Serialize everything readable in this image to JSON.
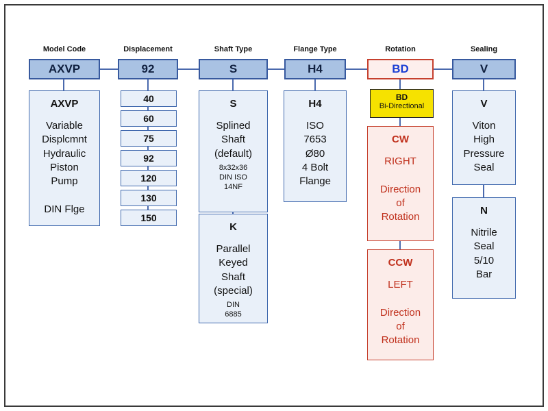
{
  "columns": [
    {
      "label": "Model Code",
      "code": "AXVP",
      "detail": {
        "title": "AXVP",
        "body": "Variable\nDisplcmnt\nHydraulic\nPiston\nPump\n\nDIN Flge"
      }
    },
    {
      "label": "Displacement",
      "code": "92",
      "options": [
        "40",
        "60",
        "75",
        "92",
        "120",
        "130",
        "150"
      ]
    },
    {
      "label": "Shaft Type",
      "code": "S",
      "boxes": [
        {
          "title": "S",
          "body": "Splined\nShaft\n(default)",
          "small": "8x32x36\nDIN ISO\n14NF"
        },
        {
          "title": "K",
          "body": "Parallel\nKeyed\nShaft\n(special)",
          "small": "DIN\n6885"
        }
      ]
    },
    {
      "label": "Flange Type",
      "code": "H4",
      "boxes": [
        {
          "title": "H4",
          "body": "ISO\n7653\nØ80\n4 Bolt\nFlange"
        }
      ]
    },
    {
      "label": "Rotation",
      "code": "BD",
      "bd": {
        "title": "BD",
        "line": "Bi-Directional"
      },
      "cw": {
        "title": "CW",
        "body": "RIGHT\n\nDirection\nof\nRotation"
      },
      "ccw": {
        "title": "CCW",
        "body": "LEFT\n\nDirection\nof\nRotation"
      }
    },
    {
      "label": "Sealing",
      "code": "V",
      "boxes": [
        {
          "title": "V",
          "body": "Viton\nHigh\nPressure\nSeal"
        },
        {
          "title": "N",
          "body": "Nitrile\nSeal\n5/10\nBar"
        }
      ]
    }
  ],
  "colors": {
    "header_box": "#a9c2e3",
    "header_border": "#37599e",
    "detail_box": "#e9f0f9",
    "detail_border": "#3f68ad",
    "connector_line": "#4a69ad",
    "rotation_accent": "#c6402e",
    "rotation_box_bg": "#fcece9",
    "bd_code_text": "#1b3fd4",
    "bidirectional_box": "#f6e200"
  }
}
